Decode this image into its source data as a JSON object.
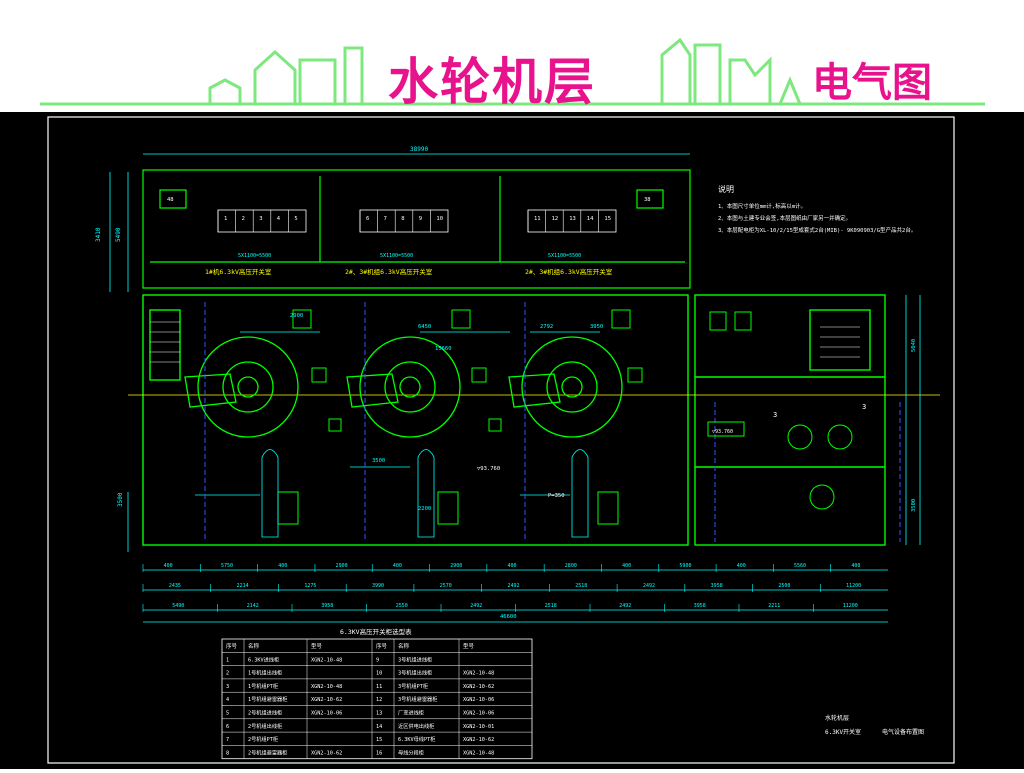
{
  "header": {
    "title_main": "水轮机层",
    "title_sub": "电气图"
  },
  "colors": {
    "background": "#000000",
    "frame": "#ffffff",
    "walls": "#00ff00",
    "dimension": "#00ffff",
    "equipment": "#00ff00",
    "accent_blue": "#3355ff",
    "yellow": "#ffff00",
    "title_pink": "#e8138c",
    "banner_line": "#7de87d"
  },
  "drawing": {
    "overall_dim": "38990",
    "rooms": {
      "unit1_label": "1#机6.3kV高压开关室",
      "unit2_label": "2#、3#机组6.3kV高压开关室",
      "unit3_label": "2#、3#机组6.3kV高压开关室",
      "cab_dim_1": "5X1100=5500",
      "cab_dim_2": "5X1100=5500",
      "cab_dim_3": "5X1100=5500",
      "cab_nums_1": [
        "1",
        "2",
        "3",
        "4",
        "5"
      ],
      "cab_nums_2": [
        "6",
        "7",
        "8",
        "9",
        "10"
      ],
      "cab_nums_3": [
        "11",
        "12",
        "13",
        "14",
        "15"
      ],
      "box_left": "48",
      "box_right": "38"
    },
    "notes": {
      "heading": "说明",
      "items": [
        "1、本图尺寸单位mm计,标高以m计。",
        "2、本图与土建专业会签,本层图纸由厂家另一并确定。",
        "3、本层配电柜为XL-10/2/15型成套式2台(MIB)- 9K090903/G型产品共2台。"
      ]
    },
    "labels": {
      "elev_label": "▽93.760",
      "dim_6450": "6450",
      "dim_15660": "15660",
      "dim_3500": "3500",
      "dim_2200": "2200",
      "dim_2792": "2792",
      "dim_3950": "3950",
      "dim_2900": "2900",
      "pipe_label": "P=350",
      "right_box_label": "▽93.760",
      "vert_left_1": "3410",
      "vert_left_2": "5490",
      "vert_left_3": "3500",
      "vert_right_1": "5040",
      "vert_right_2": "3500",
      "unit_num_right_1": "3",
      "unit_num_right_2": "3"
    },
    "dims_row1": [
      "400",
      "5750",
      "400",
      "2900",
      "400",
      "2900",
      "400",
      "2800",
      "400",
      "5900",
      "400",
      "5560",
      "400"
    ],
    "dims_row2": [
      "2435",
      "2214",
      "1275",
      "3990",
      "2570",
      "2492",
      "2518",
      "2492",
      "3958",
      "2500",
      "11200"
    ],
    "dims_row3": [
      "5490",
      "2142",
      "3958",
      "2550",
      "2492",
      "2518",
      "2492",
      "3958",
      "2211",
      "11200"
    ],
    "total_dim": "46600"
  },
  "table": {
    "title": "6.3KV高压开关柜选型表",
    "headers": [
      "序号",
      "名称",
      "型号",
      "序号",
      "名称",
      "型号"
    ],
    "rows": [
      [
        "1",
        "6.3KV进线柜",
        "XGN2-10-48",
        "9",
        "3号机组进线柜",
        ""
      ],
      [
        "2",
        "1号机组出线柜",
        "",
        "10",
        "3号机组出线柜",
        "XGN2-10-48"
      ],
      [
        "3",
        "1号机组PT柜",
        "XGN2-10-48",
        "11",
        "3号机组PT柜",
        "XGN2-10-62"
      ],
      [
        "4",
        "1号机组避雷器柜",
        "XGN2-10-62",
        "12",
        "3号机组避雷器柜",
        "XGN2-10-06"
      ],
      [
        "5",
        "2号机组进线柜",
        "XGN2-10-06",
        "13",
        "厂变进线柜",
        "XGN2-10-06"
      ],
      [
        "6",
        "2号机组出线柜",
        "",
        "14",
        "近区供电出线柜",
        "XGN2-10-01"
      ],
      [
        "7",
        "2号机组PT柜",
        "",
        "15",
        "6.3KV母线PT柜",
        "XGN2-10-62"
      ],
      [
        "8",
        "2号机组避雷器柜",
        "XGN2-10-62",
        "16",
        "母线分段柜",
        "XGN2-10-48"
      ]
    ]
  },
  "title_block": {
    "line1": "水轮机层",
    "line2": "6.3KV开关室",
    "line3": "电气设备布置图"
  }
}
